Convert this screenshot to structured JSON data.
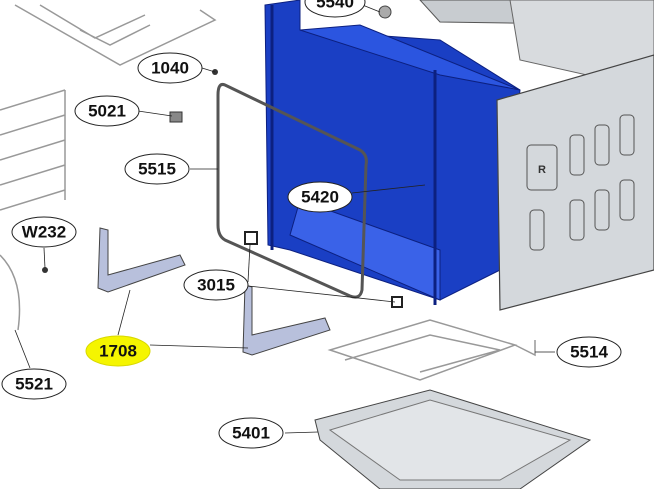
{
  "diagram": {
    "type": "exploded parts diagram",
    "colors": {
      "cavity": "#1a3fc4",
      "panel": "#d4d8dc",
      "highlight": "#f5f500"
    },
    "labels": [
      {
        "id": "5540",
        "text": "5540"
      },
      {
        "id": "1040",
        "text": "1040"
      },
      {
        "id": "5021",
        "text": "5021"
      },
      {
        "id": "5515",
        "text": "5515"
      },
      {
        "id": "5420",
        "text": "5420"
      },
      {
        "id": "W232",
        "text": "W232"
      },
      {
        "id": "3015",
        "text": "3015"
      },
      {
        "id": "1708",
        "text": "1708",
        "highlighted": true
      },
      {
        "id": "5514",
        "text": "5514"
      },
      {
        "id": "5521",
        "text": "5521"
      },
      {
        "id": "5401",
        "text": "5401"
      }
    ],
    "panel_mark": "R"
  }
}
